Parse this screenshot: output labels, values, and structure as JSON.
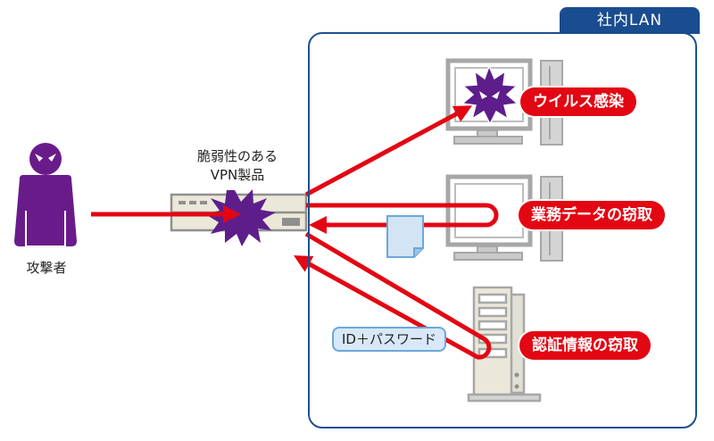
{
  "network": {
    "label": "社内LAN"
  },
  "attacker": {
    "label": "攻撃者",
    "icon": "attacker-figure-icon"
  },
  "vpn": {
    "label_line1": "脆弱性のある",
    "label_line2": "VPN製品",
    "icon": "vpn-appliance-icon"
  },
  "targets": [
    {
      "name": "infected-pc",
      "callout": "ウイルス感染",
      "icon": "desktop-pc-icon"
    },
    {
      "name": "data-pc",
      "callout": "業務データの窃取",
      "icon": "desktop-pc-icon"
    },
    {
      "name": "server",
      "callout": "認証情報の窃取",
      "icon": "server-tower-icon"
    }
  ],
  "credentials_label": "ID＋パスワード",
  "colors": {
    "accent_red": "#e30613",
    "attacker_purple": "#6a1b8a",
    "lan_blue": "#1a4d8f",
    "device_gray": "#a7a7a7"
  }
}
